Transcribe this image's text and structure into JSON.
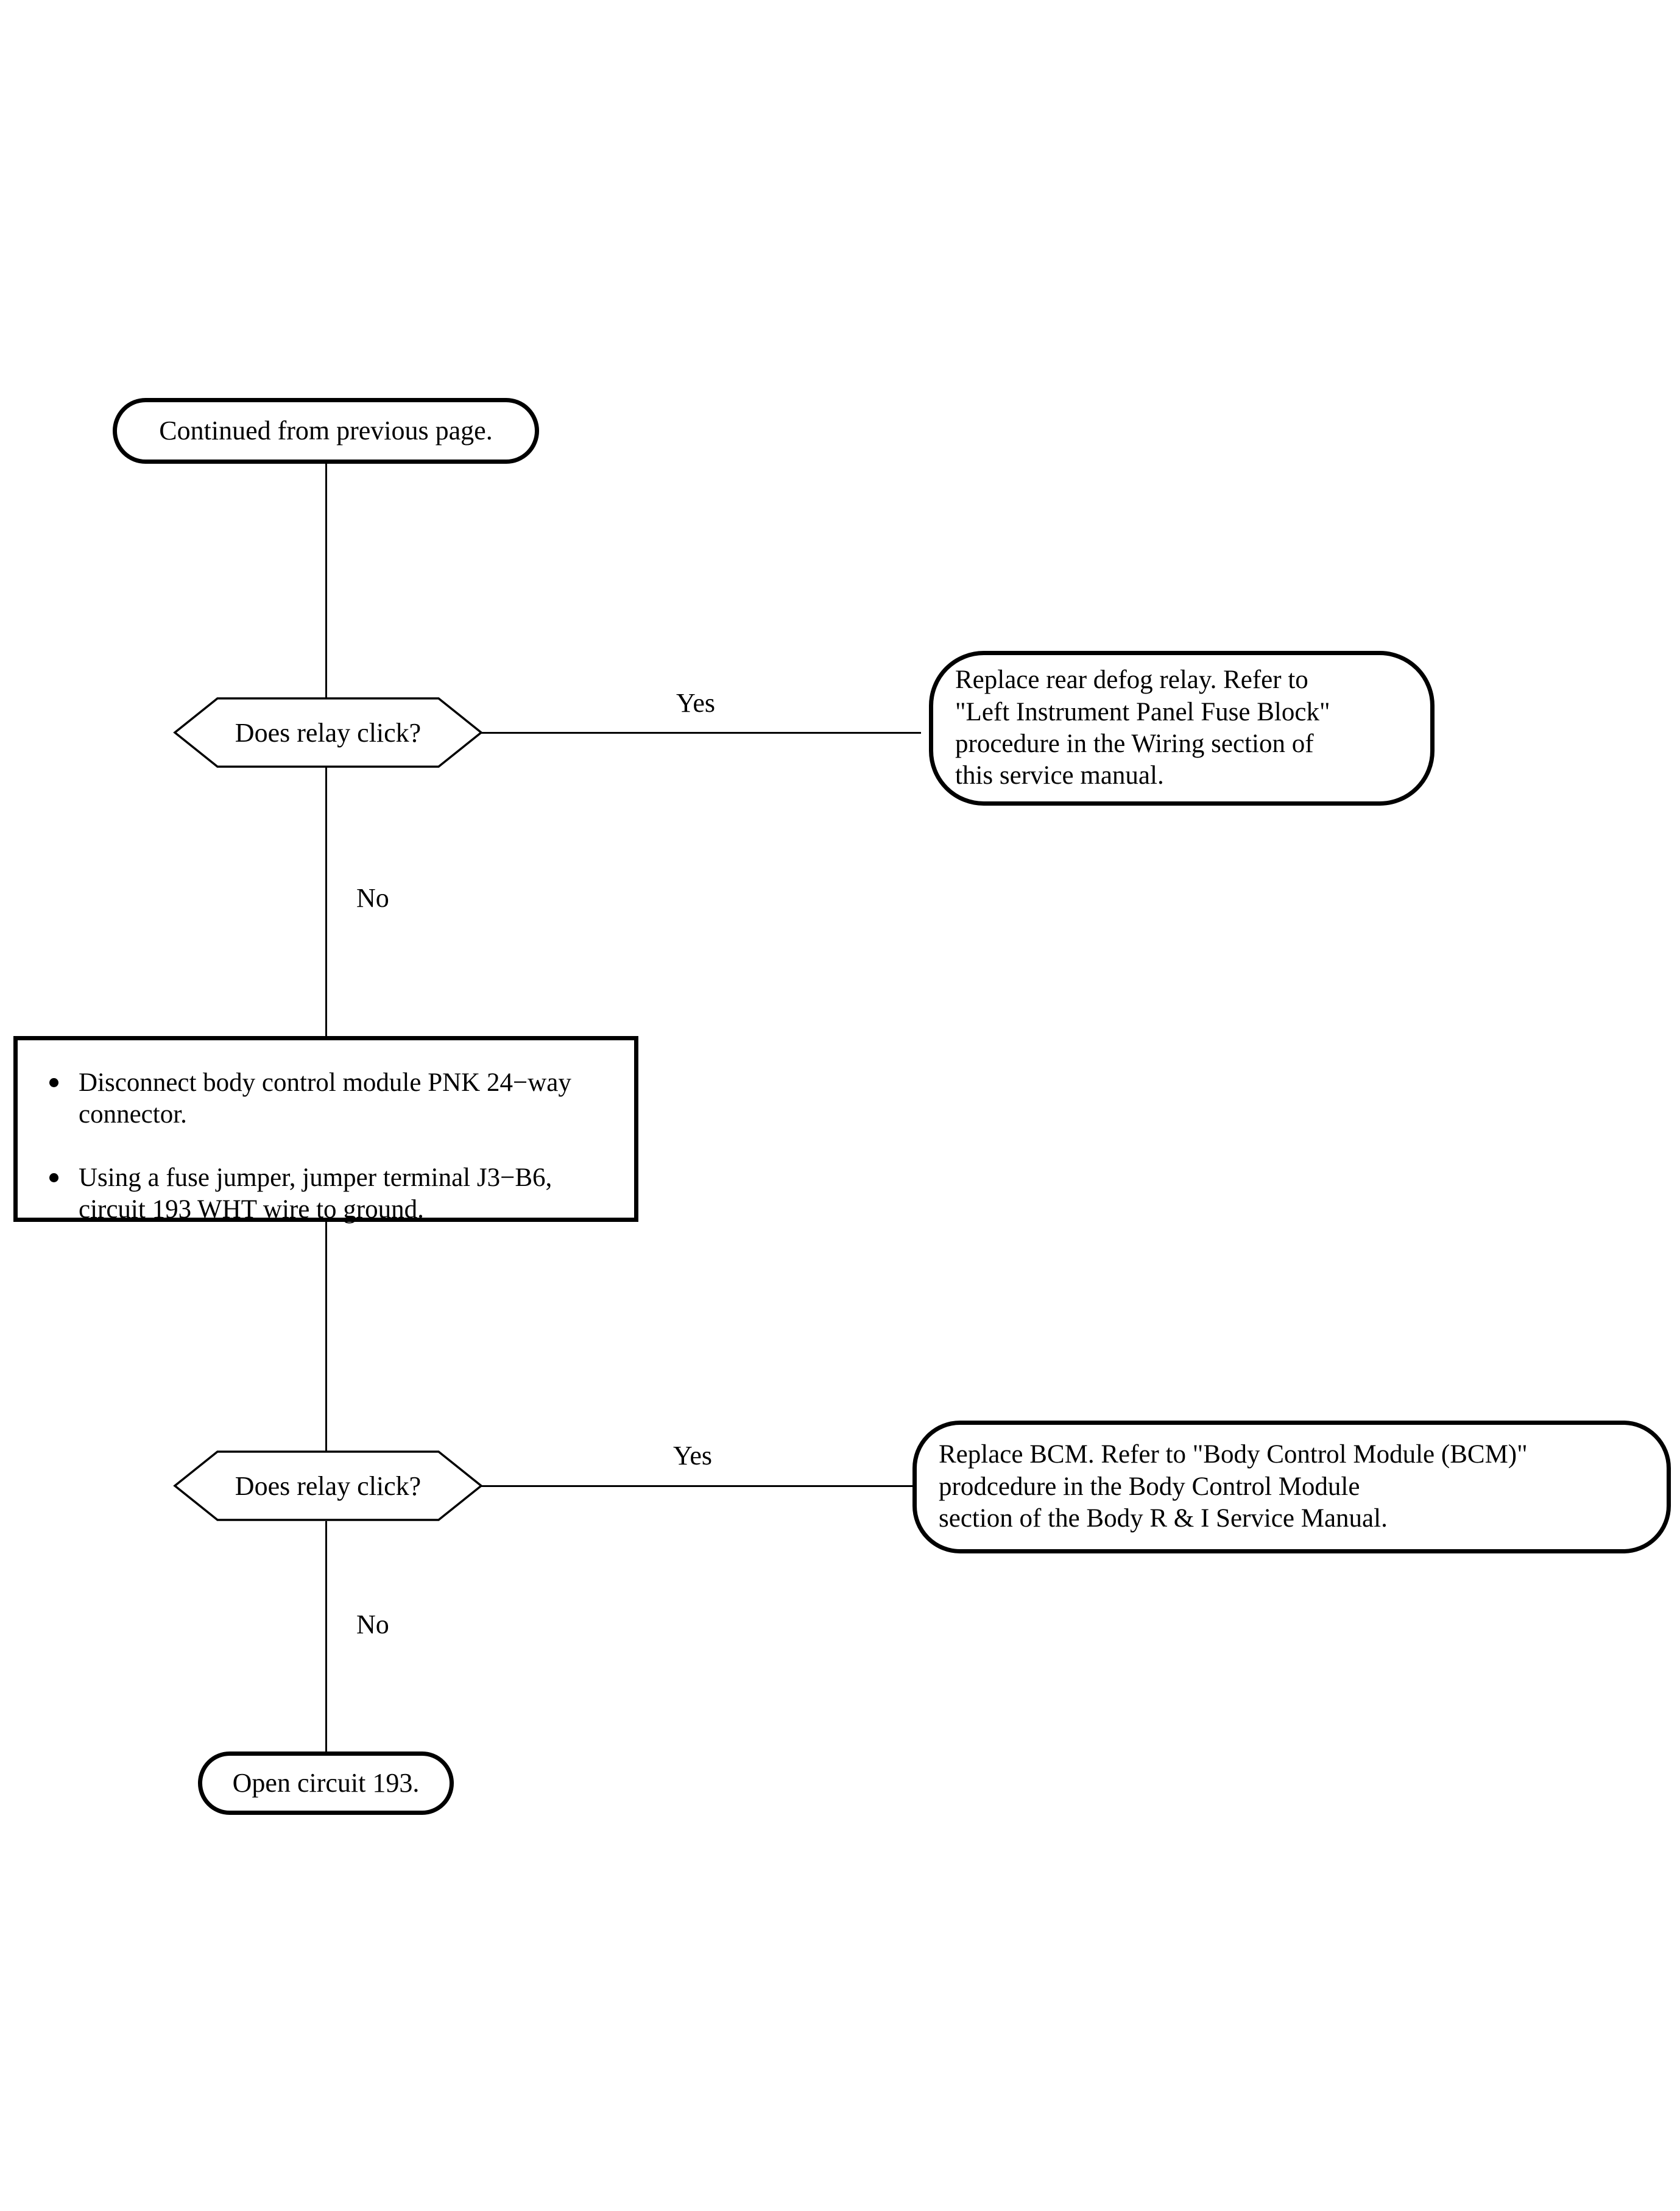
{
  "page": {
    "title": "Rear Defog Diagnostic Flowchart",
    "background_color": "#ffffff",
    "line_color": "#000000"
  },
  "nodes": {
    "start": {
      "type": "terminator",
      "label": "Continued from previous page."
    },
    "decision_1": {
      "type": "decision",
      "label": "Does relay click?"
    },
    "result_1": {
      "type": "result",
      "lines": [
        "Replace rear defog relay. Refer to",
        "\"Left Instrument Panel Fuse Block\"",
        "procedure in the Wiring section of",
        "this service manual."
      ]
    },
    "process_1": {
      "type": "process",
      "bullets": [
        "Disconnect body control module PNK 24−way connector.",
        "Using a fuse jumper, jumper terminal J3−B6, circuit 193 WHT wire to ground."
      ]
    },
    "decision_2": {
      "type": "decision",
      "label": "Does relay click?"
    },
    "result_2": {
      "type": "result",
      "lines": [
        "Replace BCM. Refer to \"Body Control Module (BCM)\"",
        "prodcedure in the Body Control Module",
        "section of the Body R & I Service Manual."
      ]
    },
    "end": {
      "type": "terminator",
      "label": "Open circuit 193."
    }
  },
  "edges": {
    "decision_1_yes": "Yes",
    "decision_1_no": "No",
    "decision_2_yes": "Yes",
    "decision_2_no": "No"
  }
}
